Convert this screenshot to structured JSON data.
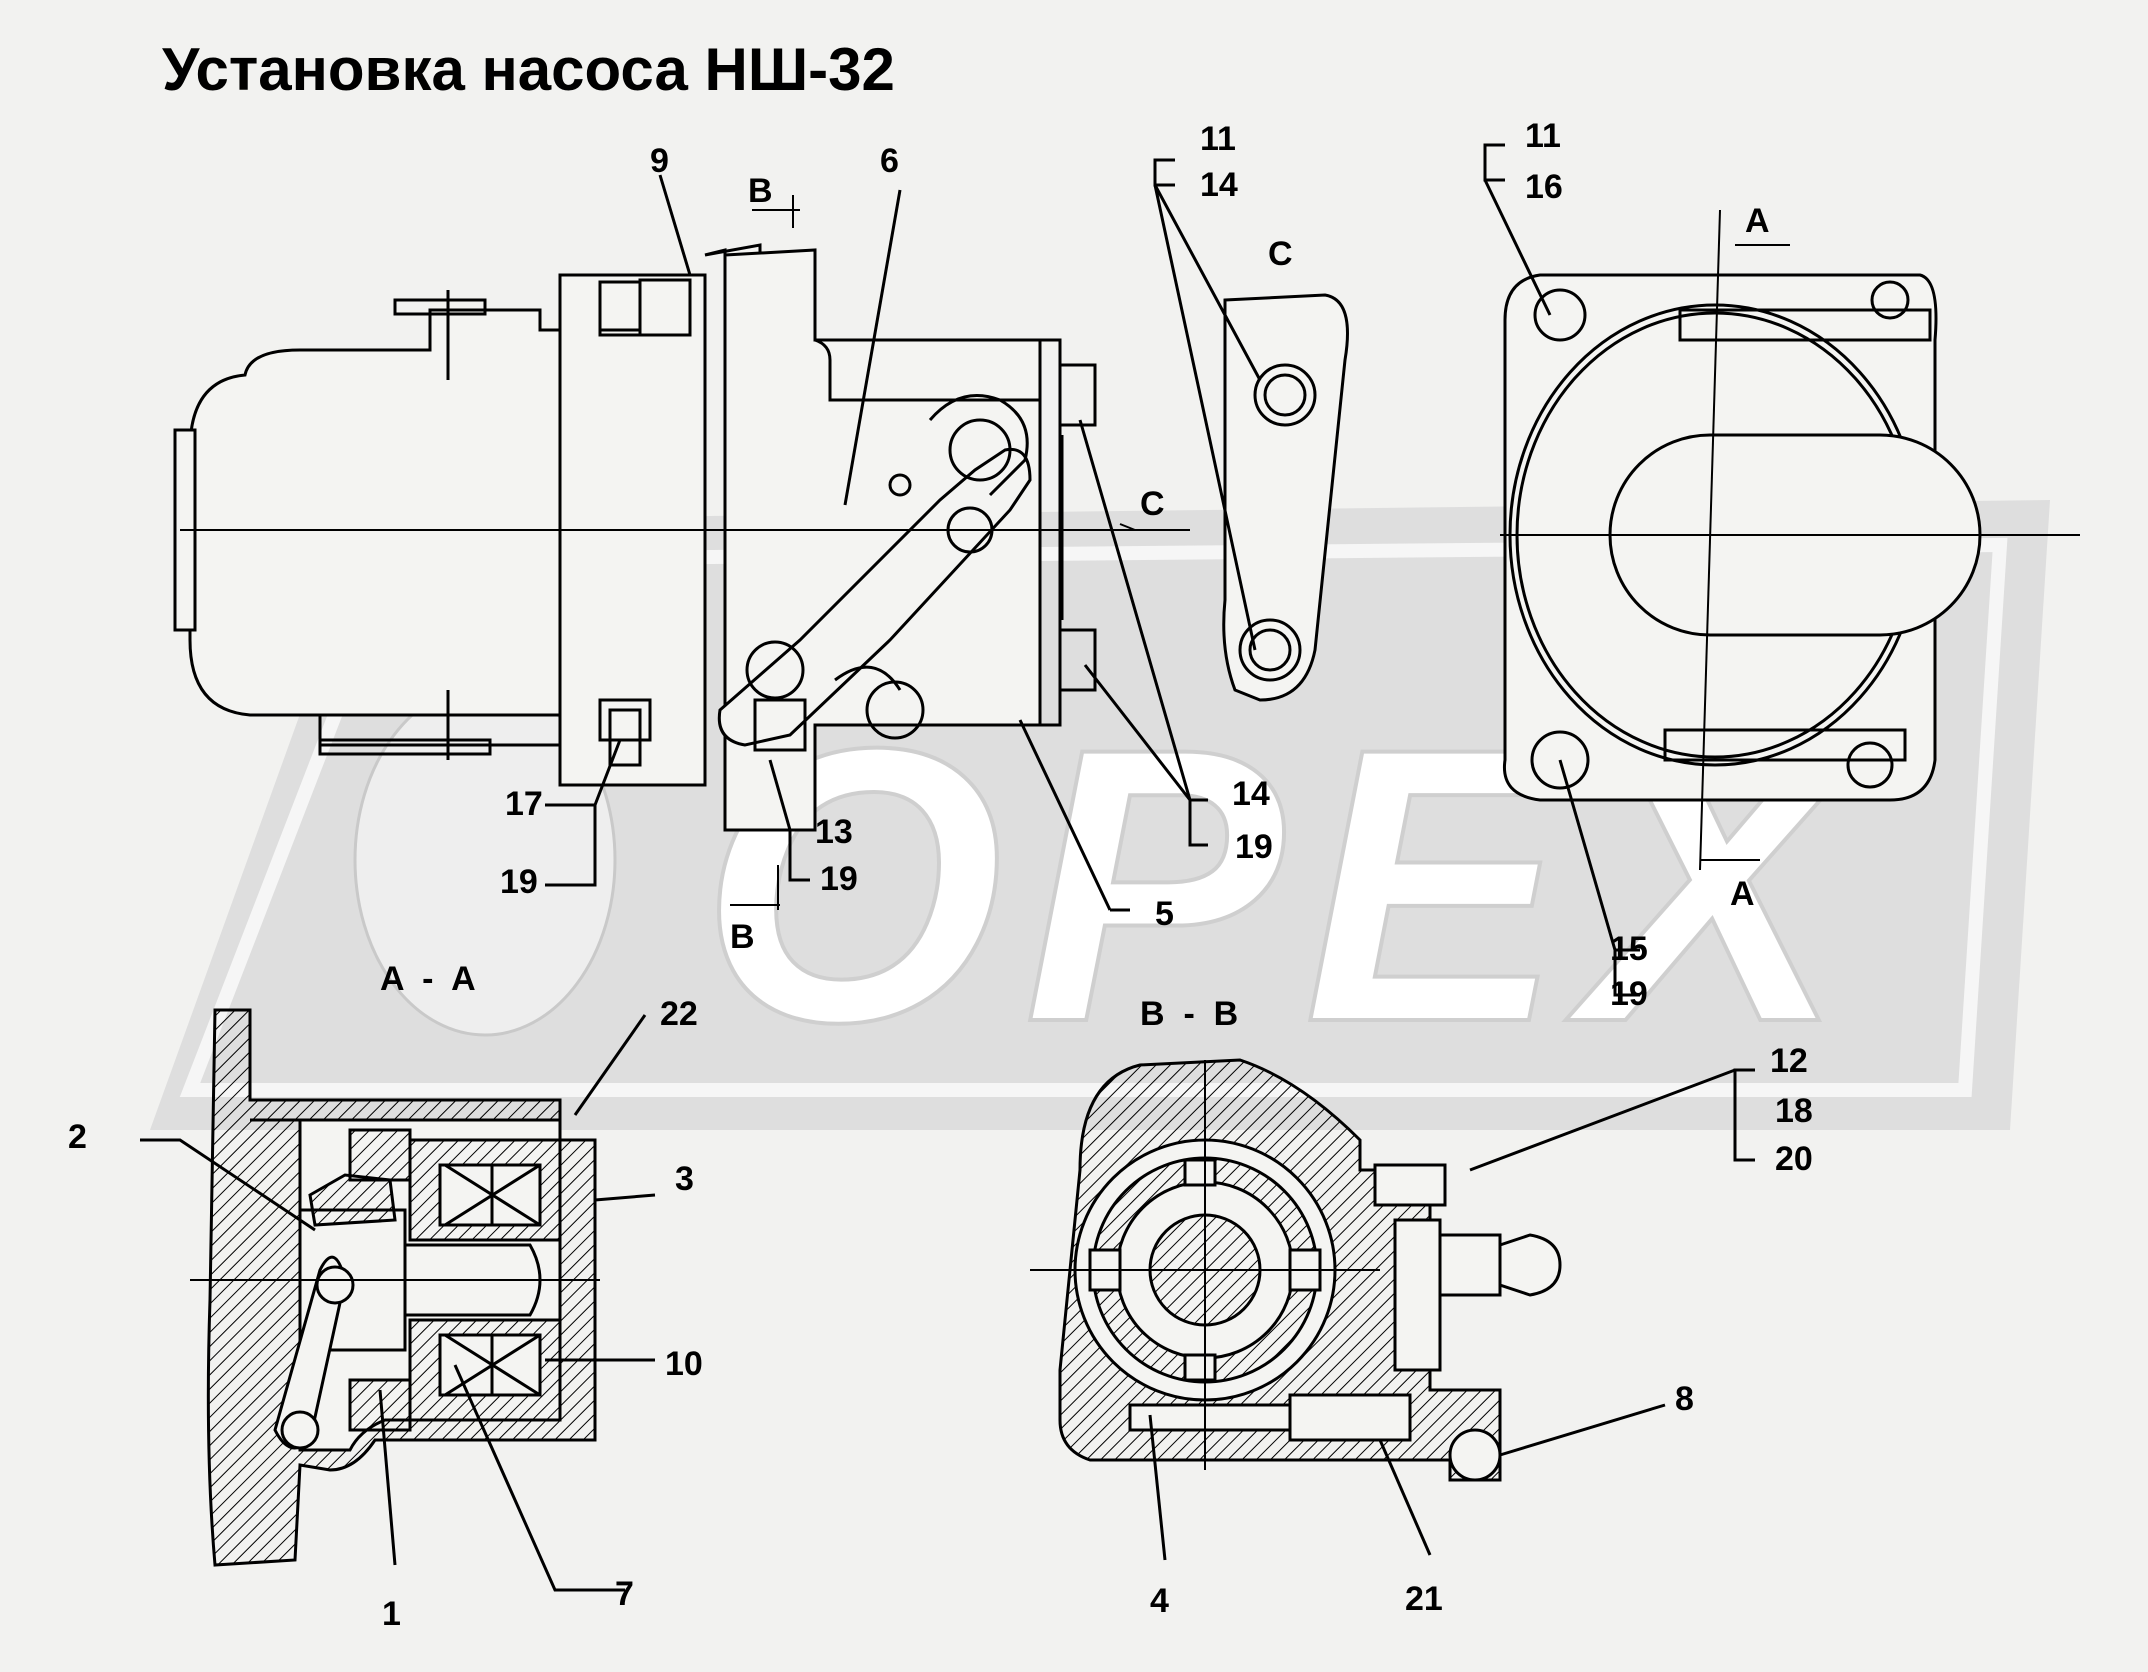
{
  "title": "Установка насоса НШ-32",
  "watermark": "OPEX",
  "colors": {
    "background": "#f2f2f0",
    "ink": "#000000",
    "watermark_fill": "#d8d8d8"
  },
  "section_labels": {
    "A_top": "A",
    "A_bottom": "A",
    "B_top": "B",
    "B_bottom": "B",
    "C_arrow": "C",
    "C_view": "C",
    "AA": "A  -  A",
    "BB": "B  -  B"
  },
  "callouts": {
    "c1": "1",
    "c2": "2",
    "c3": "3",
    "c4": "4",
    "c5": "5",
    "c6": "6",
    "c7": "7",
    "c8": "8",
    "c9": "9",
    "c10": "10",
    "c11a": "11",
    "c14a": "14",
    "c11b": "11",
    "c16": "16",
    "c12": "12",
    "c18": "18",
    "c20": "20",
    "c13": "13",
    "c19a": "19",
    "c14b": "14",
    "c19b": "19",
    "c15": "15",
    "c19c": "19",
    "c17": "17",
    "c19d": "19",
    "c21": "21",
    "c22": "22"
  }
}
